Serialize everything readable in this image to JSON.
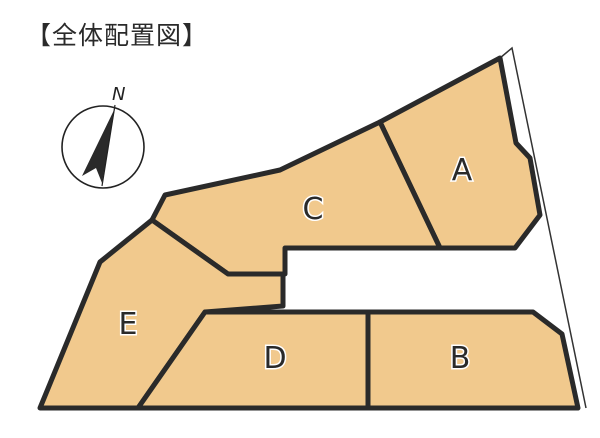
{
  "title": "【全体配置図】",
  "compass": {
    "label": "N"
  },
  "lots": [
    {
      "id": "A",
      "label": "A"
    },
    {
      "id": "B",
      "label": "B"
    },
    {
      "id": "C",
      "label": "C"
    },
    {
      "id": "D",
      "label": "D"
    },
    {
      "id": "E",
      "label": "E"
    }
  ],
  "colors": {
    "lot_fill": "#f1c98d",
    "outline": "#2a2a2a"
  }
}
